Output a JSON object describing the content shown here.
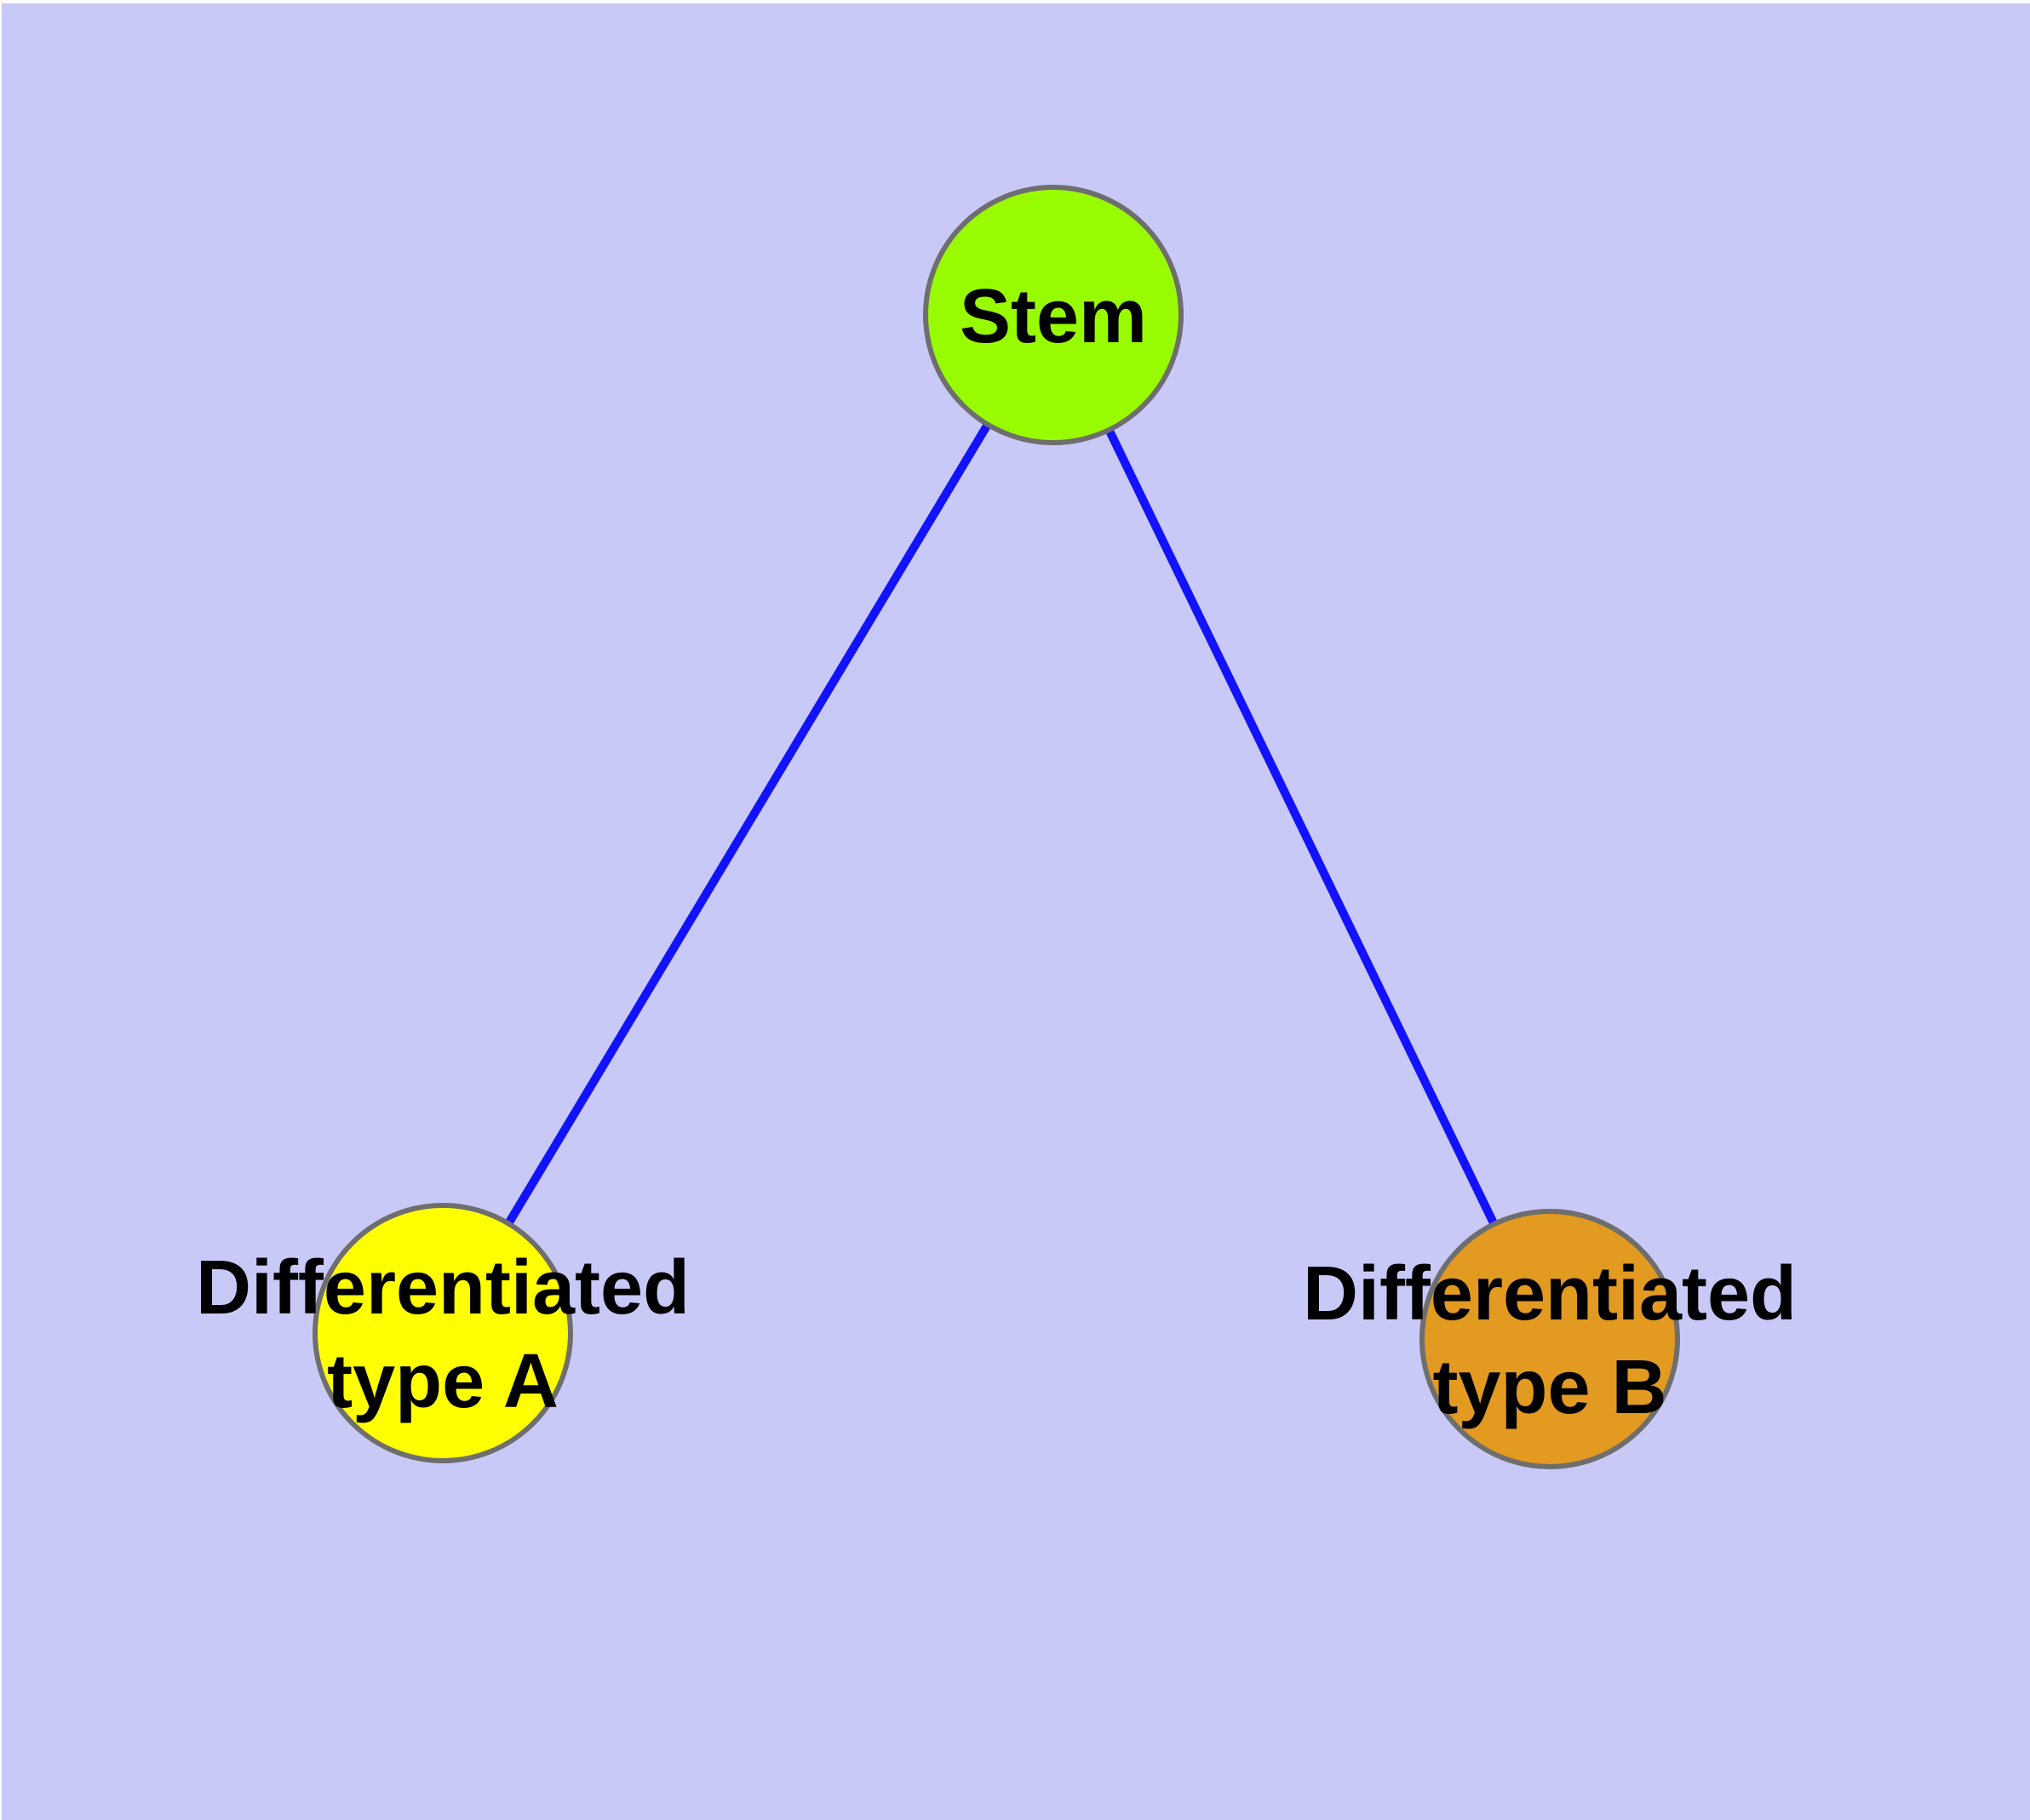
{
  "diagram": {
    "title": "",
    "background_color": "#C9C9F8",
    "margin_color": "#FFFFFF",
    "edge_color": "#1212FF",
    "node_border_color": "#6E6E6E",
    "text_color": "#000000",
    "nodes": [
      {
        "id": "stem",
        "label": "Stem",
        "label_line1": "Stem",
        "label_line2": "",
        "color": "#99FB00"
      },
      {
        "id": "differentiated-type-a",
        "label": "Differentiated type A",
        "label_line1": "Differentiated",
        "label_line2": "type A",
        "color": "#FFFF00"
      },
      {
        "id": "differentiated-type-b",
        "label": "Differentiated type B",
        "label_line1": "Differentiated",
        "label_line2": "type B",
        "color": "#E29A20"
      }
    ],
    "edges": [
      {
        "from": "stem",
        "to": "differentiated-type-a"
      },
      {
        "from": "stem",
        "to": "differentiated-type-b"
      }
    ]
  }
}
